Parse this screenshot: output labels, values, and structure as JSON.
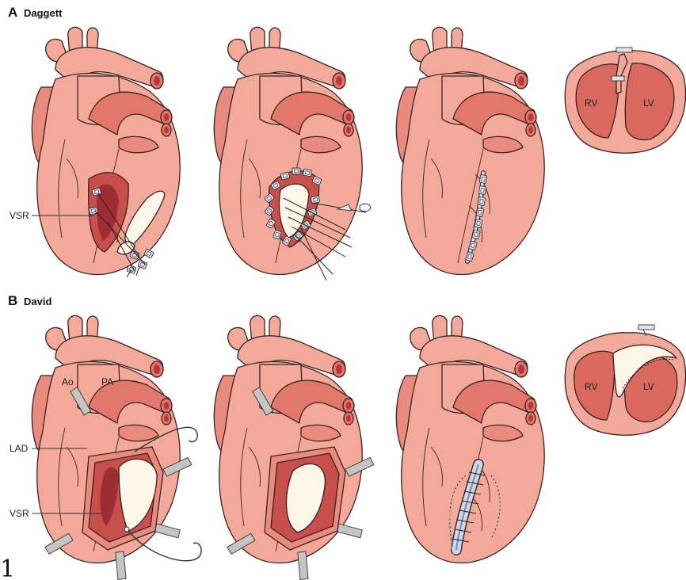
{
  "panels": [
    {
      "letter": "A",
      "name": "Daggett"
    },
    {
      "letter": "B",
      "name": "David"
    }
  ],
  "labels": {
    "vsr_a": "VSR",
    "rv_a": "RV",
    "lv_a": "LV",
    "ao": "Ao",
    "pa": "PA",
    "lad": "LAD",
    "vsr_b": "VSR",
    "rv_b": "RV",
    "lv_b": "LV"
  },
  "page_number": "1",
  "colors": {
    "heart_fill": "#f3a99a",
    "heart_dark": "#d9685f",
    "vessel": "#e2776c",
    "outline": "#3a2220",
    "patch": "#fbf6e8",
    "pledget": "#dfe4ef",
    "retractor": "#bdbdbd",
    "lumen": "#b8363c"
  }
}
